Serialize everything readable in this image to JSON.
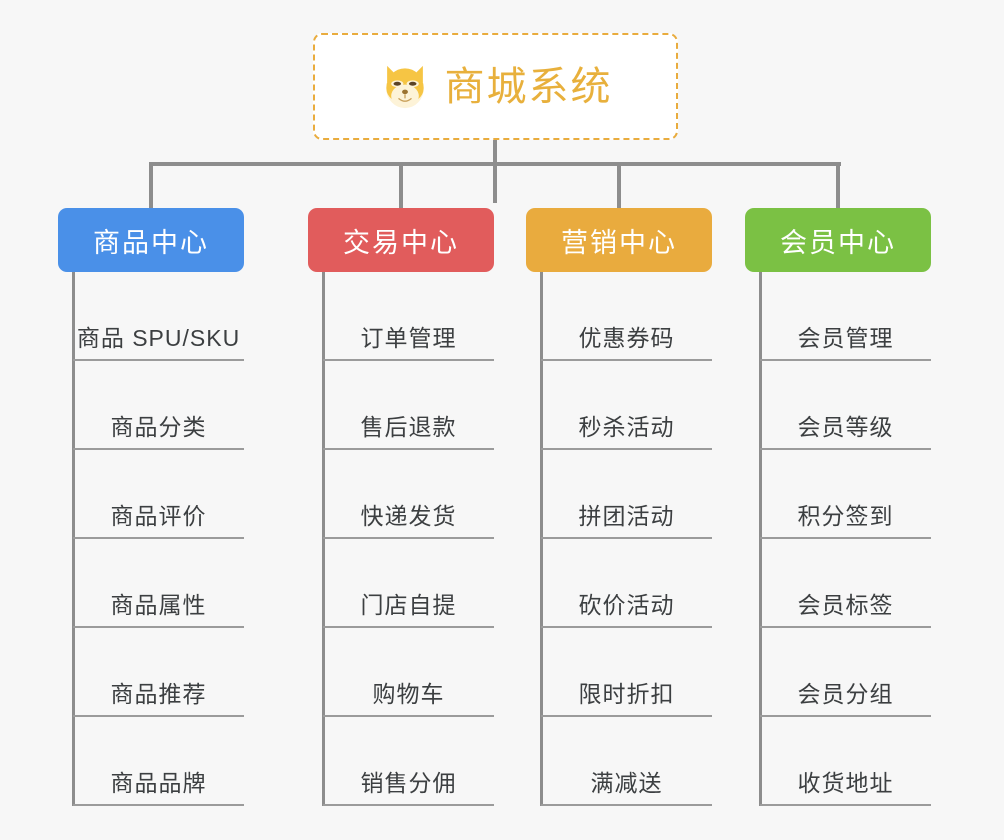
{
  "page": {
    "background": "#f7f7f7",
    "line_color": "#8d8d8d",
    "leaf_text_color": "#3c3f41"
  },
  "root": {
    "title": "商城系统",
    "icon": "shiba-dog-face-emoji",
    "border_color": "#e9ac3e",
    "text_color": "#e8b03c",
    "background": "#ffffff"
  },
  "columns": [
    {
      "title": "商品中心",
      "color": "#4a90e8",
      "items": [
        "商品 SPU/SKU",
        "商品分类",
        "商品评价",
        "商品属性",
        "商品推荐",
        "商品品牌"
      ]
    },
    {
      "title": "交易中心",
      "color": "#e15c5c",
      "items": [
        "订单管理",
        "售后退款",
        "快递发货",
        "门店自提",
        "购物车",
        "销售分佣"
      ]
    },
    {
      "title": "营销中心",
      "color": "#e9ab3e",
      "items": [
        "优惠券码",
        "秒杀活动",
        "拼团活动",
        "砍价活动",
        "限时折扣",
        "满减送"
      ]
    },
    {
      "title": "会员中心",
      "color": "#7bc144",
      "items": [
        "会员管理",
        "会员等级",
        "积分签到",
        "会员标签",
        "会员分组",
        "收货地址"
      ]
    }
  ]
}
